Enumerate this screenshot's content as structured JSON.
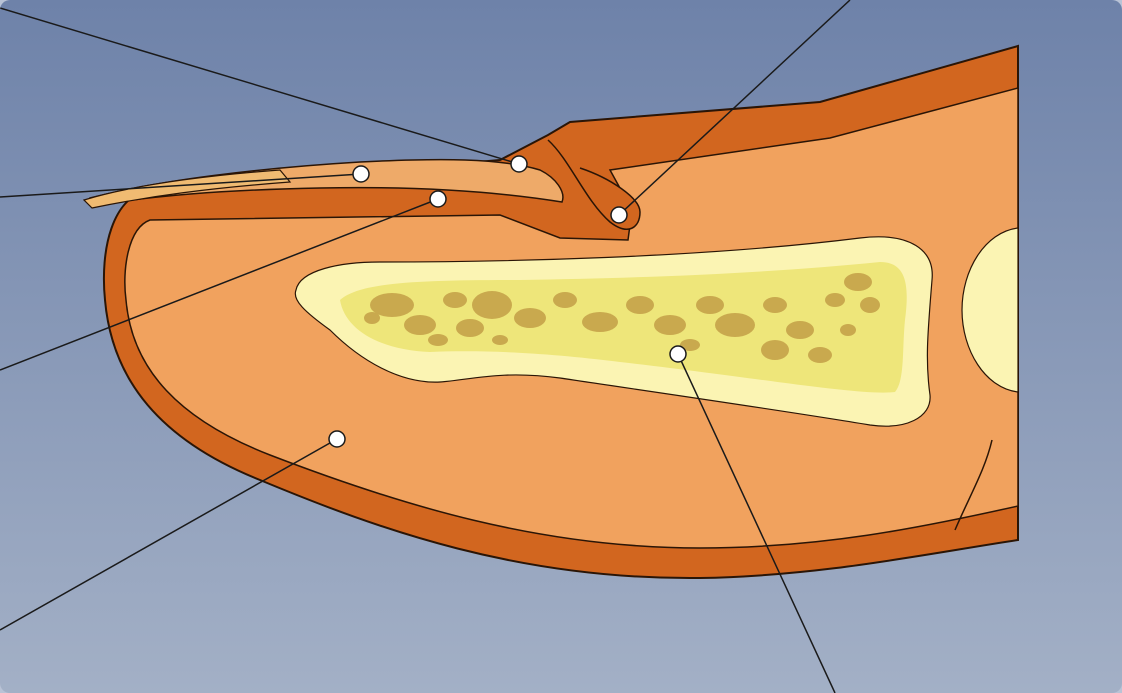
{
  "diagram": {
    "subject": "fingertip-nail-cross-section",
    "labels": [],
    "colors": {
      "background_top": "#6e82a9",
      "background_bottom": "#a3b0c6",
      "skin_outline": "#d2661f",
      "soft_tissue": "#f1a25e",
      "nail_plate": "#eeaa69",
      "free_edge": "#f0bb72",
      "bone_cortex": "#fbf4b3",
      "bone_inner": "#eee67a",
      "marrow": "#c9a94e",
      "leader_line": "#1a1a1a",
      "marker_fill": "#ffffff"
    },
    "markers": [
      {
        "id": "nail-plate-marker"
      },
      {
        "id": "cuticle-marker"
      },
      {
        "id": "nail-matrix-marker"
      },
      {
        "id": "nail-bed-marker"
      },
      {
        "id": "soft-tissue-marker"
      },
      {
        "id": "distal-phalanx-bone-marker"
      }
    ]
  }
}
